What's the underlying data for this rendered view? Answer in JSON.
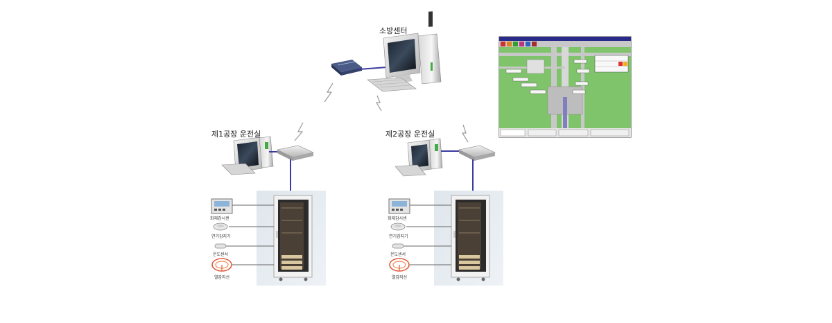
{
  "nodes": {
    "fire_center": "소방센터",
    "factory1": "제1공장 운전실",
    "factory2": "제2공장 운전실"
  },
  "sensors": {
    "detector1": "화재감시센",
    "smoke_detector": "연기감지기",
    "temperature_sensor": "온도센서",
    "heat_detector": "열감지선"
  },
  "colors": {
    "link": "#3a3aa0",
    "screen_green": "#7fc46b",
    "cabinet_bg": "#e7edf2"
  }
}
